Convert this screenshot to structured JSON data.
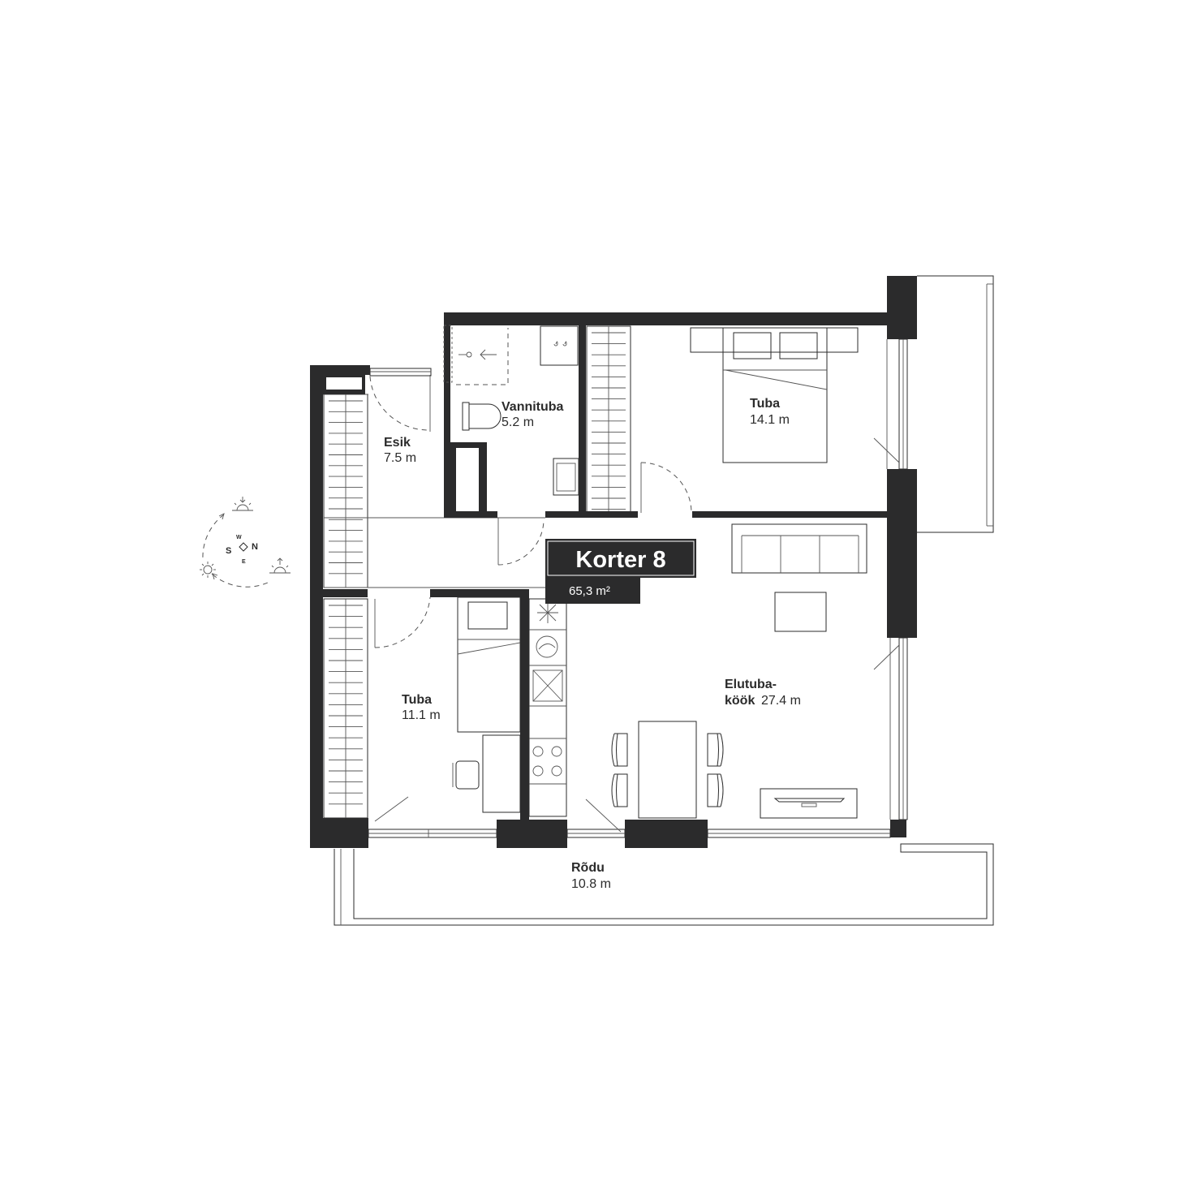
{
  "apartment": {
    "title": "Korter 8",
    "area": "65,3 m²"
  },
  "rooms": [
    {
      "id": "esik",
      "name": "Esik",
      "area": "7.5 m"
    },
    {
      "id": "vannituba",
      "name": "Vannituba",
      "area": "5.2 m"
    },
    {
      "id": "tuba-big",
      "name": "Tuba",
      "area": "14.1 m"
    },
    {
      "id": "tuba-small",
      "name": "Tuba",
      "area": "11.1 m"
    },
    {
      "id": "elutuba",
      "name": "Elutuba-",
      "name2": "köök",
      "area": "27.4 m"
    },
    {
      "id": "rodu",
      "name": "Rõdu",
      "area": "10.8 m"
    }
  ],
  "compass": {
    "n": "N",
    "s": "S",
    "w": "W",
    "e": "E",
    "icons": [
      "sunrise-icon",
      "sun-icon",
      "sunset-icon"
    ]
  },
  "colors": {
    "wall": "#2b2b2c",
    "line": "#2b2b2b",
    "background": "#ffffff"
  }
}
